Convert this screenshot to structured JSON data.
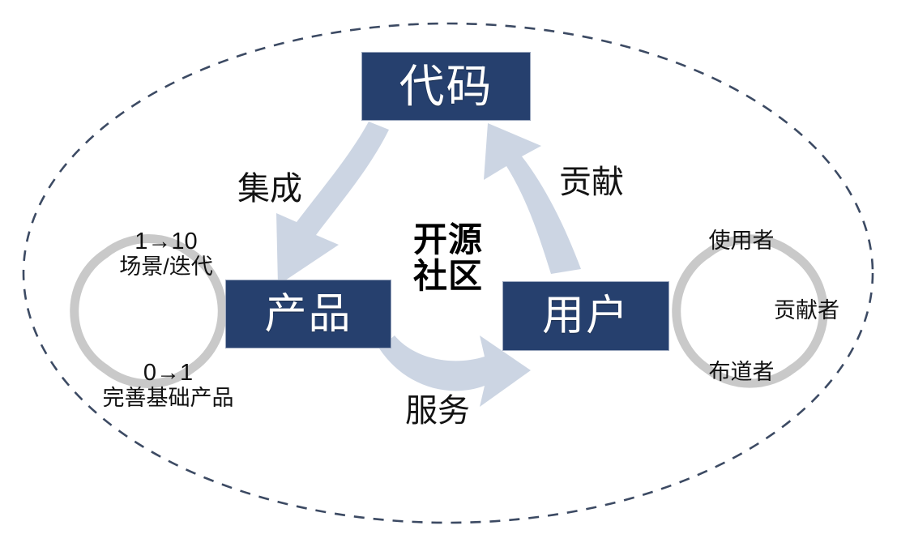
{
  "diagram": {
    "title": "开源社区",
    "center_lines": [
      "开源",
      "社区"
    ],
    "boundary": {
      "shape": "ellipse",
      "style": "dashed",
      "color": "#3c4a63"
    },
    "colors": {
      "node_fill": "#26406e",
      "node_text": "#ffffff",
      "arrow_fill": "#c8d1e0",
      "ring_stroke": "#c9c9c9",
      "boundary_stroke": "#3c4a63",
      "label_text": "#131313"
    },
    "nodes": [
      {
        "id": "code",
        "label": "代码"
      },
      {
        "id": "product",
        "label": "产品"
      },
      {
        "id": "user",
        "label": "用户"
      }
    ],
    "flows": [
      {
        "id": "integrate",
        "label": "集成",
        "from": "code",
        "to": "product"
      },
      {
        "id": "service",
        "label": "服务",
        "from": "product",
        "to": "user"
      },
      {
        "id": "contribute",
        "label": "贡献",
        "from": "user",
        "to": "code"
      }
    ],
    "left_ring": {
      "top": {
        "line1": "1→10",
        "line2": "场景/迭代"
      },
      "bottom": {
        "line1": "0→1",
        "line2": "完善基础产品"
      }
    },
    "right_ring": {
      "top": "使用者",
      "side": "贡献者",
      "bottom": "布道者"
    }
  }
}
